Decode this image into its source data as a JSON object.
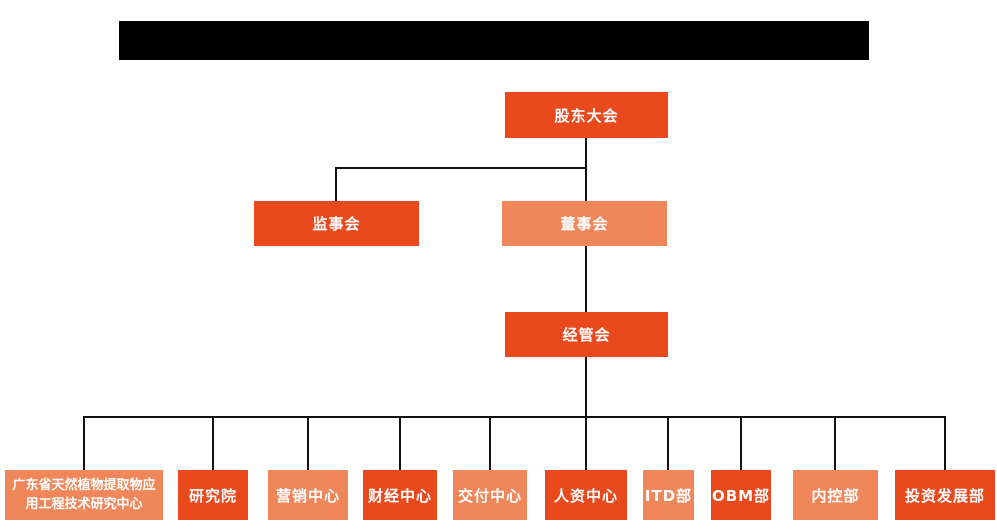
{
  "colors": {
    "box_dark": "#E8491D",
    "box_light": "#F0875B",
    "box_text": "#FFFFFF",
    "line": "#111111",
    "redaction": "#000000"
  },
  "chart": {
    "root": {
      "label": "股东大会"
    },
    "level2": {
      "supervisory": {
        "label": "监事会"
      },
      "board": {
        "label": "董事会"
      }
    },
    "level3": {
      "management": {
        "label": "经管会"
      }
    },
    "departments": [
      {
        "label": "广东省天然植物提取物应用工程技术研究中心"
      },
      {
        "label": "研究院"
      },
      {
        "label": "营销中心"
      },
      {
        "label": "财经中心"
      },
      {
        "label": "交付中心"
      },
      {
        "label": "人资中心"
      },
      {
        "label": "ITD部"
      },
      {
        "label": "OBM部"
      },
      {
        "label": "内控部"
      },
      {
        "label": "投资发展部"
      }
    ]
  }
}
